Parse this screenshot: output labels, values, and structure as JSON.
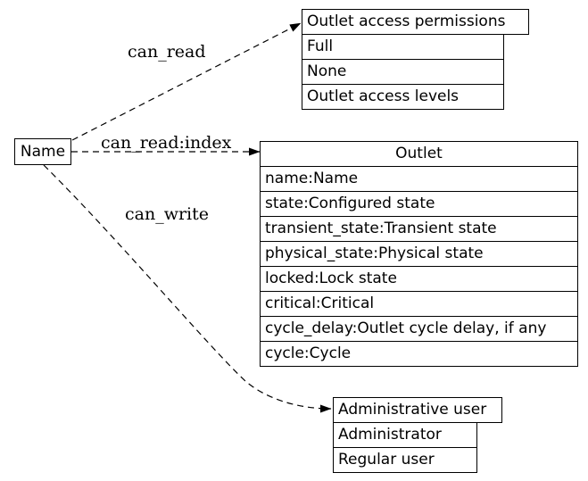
{
  "colors": {
    "foreground": "#000000",
    "background": "#ffffff"
  },
  "node_name": {
    "label": "Name"
  },
  "edges": [
    {
      "label": "can_read",
      "from": "Name",
      "to": "Outlet access permissions"
    },
    {
      "label": "can_read:index",
      "from": "Name",
      "to": "Outlet"
    },
    {
      "label": "can_write",
      "from": "Name",
      "to": "Administrative user"
    }
  ],
  "tables": {
    "outlet_access_permissions": {
      "header": "Outlet access permissions",
      "rows": [
        "Full",
        "None",
        "Outlet access levels"
      ]
    },
    "outlet": {
      "header": "Outlet",
      "rows": [
        "name:Name",
        "state:Configured state",
        "transient_state:Transient state",
        "physical_state:Physical state",
        "locked:Lock state",
        "critical:Critical",
        "cycle_delay:Outlet cycle delay, if any",
        "cycle:Cycle"
      ]
    },
    "administrative_user": {
      "header": "Administrative user",
      "rows": [
        "Administrator",
        "Regular user"
      ]
    }
  }
}
